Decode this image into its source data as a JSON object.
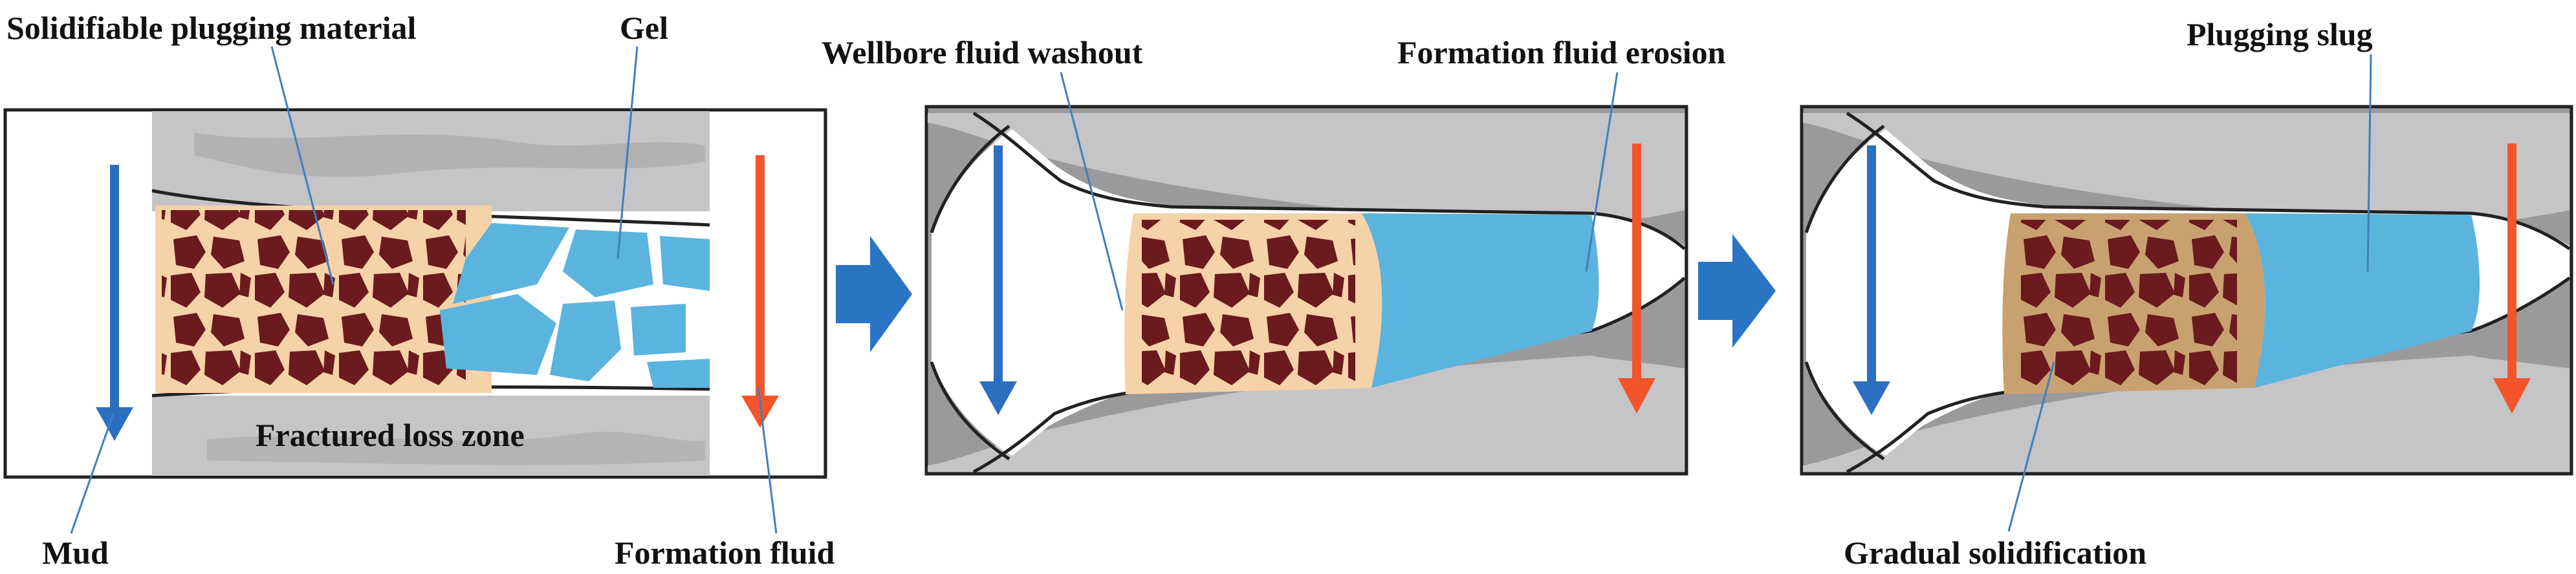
{
  "labels": {
    "solidifiable": "Solidifiable plugging material",
    "gel": "Gel",
    "fractured_zone": "Fractured loss zone",
    "mud": "Mud",
    "formation_fluid": "Formation fluid",
    "wellbore_washout": "Wellbore fluid washout",
    "formation_erosion": "Formation fluid erosion",
    "plugging_slug": "Plugging slug",
    "gradual_solidification": "Gradual solidification"
  },
  "colors": {
    "rock": "#c5c5c7",
    "rock_dark": "#8e8e90",
    "frame_bg": "#9a9a9c",
    "matrix": "#f6d2a8",
    "matrix_dark": "#c9a170",
    "particles": "#6b1a1e",
    "gel": "#5ab4dd",
    "mud_arrow": "#2b6fc0",
    "formation_arrow": "#f2552b",
    "step_arrow": "#2a74c4",
    "leader": "#3f7fbf"
  },
  "icons": {
    "flow_arrow": "down-arrow-icon",
    "step_arrow": "right-arrow-icon"
  }
}
